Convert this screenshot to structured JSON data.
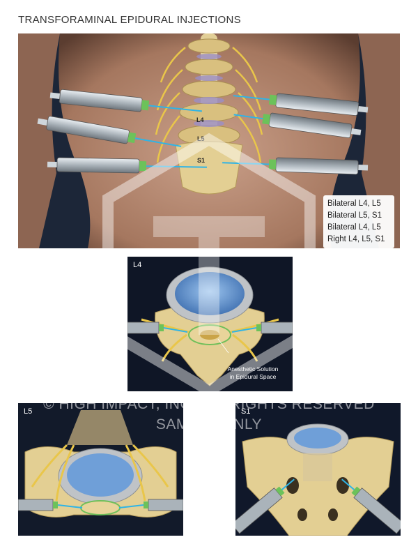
{
  "title": "TRANSFORAMINAL EPIDURAL INJECTIONS",
  "main_panel": {
    "vertebra_labels": [
      "L4",
      "L5",
      "S1"
    ],
    "legend": [
      "Bilateral L4, L5",
      "Bilateral L5, S1",
      "Bilateral L4, L5",
      "Right L4, L5, S1"
    ]
  },
  "l4_panel": {
    "label": "L4",
    "callout_line1": "Anesthetic Solution",
    "callout_line2": "in Epidural Space"
  },
  "l5_panel": {
    "label": "L5"
  },
  "s1_panel": {
    "label": "S1"
  },
  "watermark": {
    "line1": "© HIGH IMPACT, INC. ALL RIGHTS RESERVED",
    "line2": "SAMPLE ONLY"
  },
  "colors": {
    "skin": "#b88a74",
    "bone": "#e8d49a",
    "nerve": "#e9c64a",
    "disc": "#6f9fd8",
    "needle_tip": "#2fb4e6",
    "syringe_band": "#6cc25a"
  }
}
